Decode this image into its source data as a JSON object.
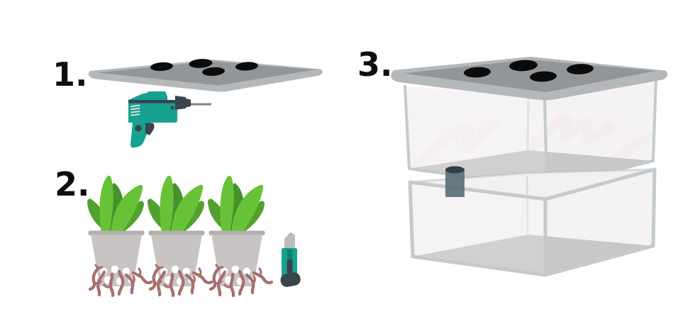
{
  "steps": [
    {
      "number": "1.",
      "icon_names": [
        "drilled-lid-icon",
        "power-drill-icon"
      ]
    },
    {
      "number": "2.",
      "icon_names": [
        "seedling-net-pot-icon",
        "seedling-net-pot-icon",
        "seedling-net-pot-icon",
        "utility-knife-icon"
      ]
    },
    {
      "number": "3.",
      "icon_names": [
        "stacked-reservoir-assembly-icon",
        "net-pot-plug-icon"
      ]
    }
  ],
  "colors": {
    "background": "#ffffff",
    "label": "#0e0e0e",
    "lid_top": "#929699",
    "lid_rim": "#b5b8bb",
    "hole": "#0b0b0b",
    "tool_teal": "#16a191",
    "tool_teal_dark": "#0d8073",
    "tool_dark": "#3a444b",
    "bit_gray": "#7f8487",
    "blade_gray": "#b9bcbf",
    "vent_white": "#d9dcdd",
    "leaf_light": "#68c238",
    "leaf_dark": "#52a02d",
    "leaf_deep": "#45912a",
    "pot": "#c8c4c3",
    "pot_rim": "#b3afae",
    "root": "#a76f6d",
    "box_wall": "#f2f0f0",
    "box_floor": "#a9abac",
    "box_edge": "#c4cacd",
    "box_back_edge": "#b7bcbf",
    "squiggle": "#f1eae8",
    "cylinder": "#5a6c74",
    "cylinder_top": "#2e3f48",
    "wall_sheen": "#f8f6f6"
  }
}
